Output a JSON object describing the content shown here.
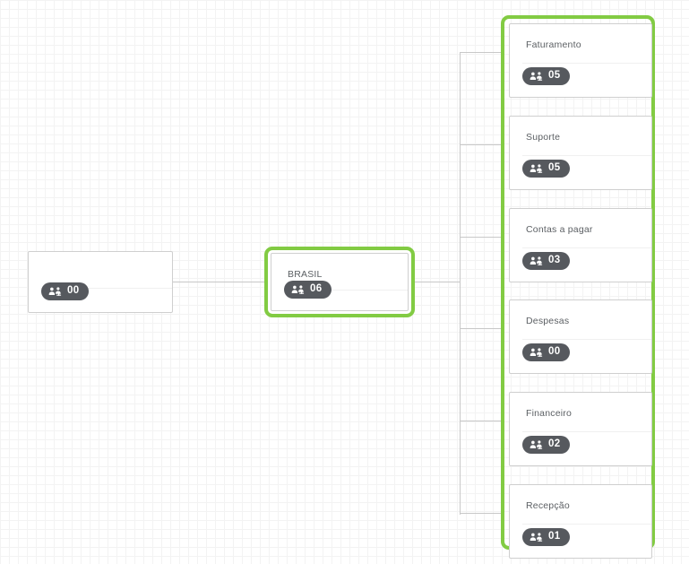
{
  "canvas": {
    "grid_minor_color": "#f3f3f3",
    "grid_major_color": "#ebebeb",
    "background": "#ffffff"
  },
  "theme": {
    "accent_green": "#82cb43",
    "badge_bg": "#56595e",
    "card_border": "#cfcfcf",
    "connector": "#c8c8c8",
    "title_color": "#5b5f63"
  },
  "icons": {
    "people_group": "people-group-icon"
  },
  "nodes": {
    "root": {
      "title": "",
      "count": "00",
      "selected": false
    },
    "brasil": {
      "title": "BRASIL",
      "count": "06",
      "selected": true
    }
  },
  "group": {
    "selected": true,
    "departments": [
      {
        "title": "Faturamento",
        "count": "05"
      },
      {
        "title": "Suporte",
        "count": "05"
      },
      {
        "title": "Contas a pagar",
        "count": "03"
      },
      {
        "title": "Despesas",
        "count": "00"
      },
      {
        "title": "Financeiro",
        "count": "02"
      },
      {
        "title": "Recepção",
        "count": "01"
      }
    ]
  }
}
